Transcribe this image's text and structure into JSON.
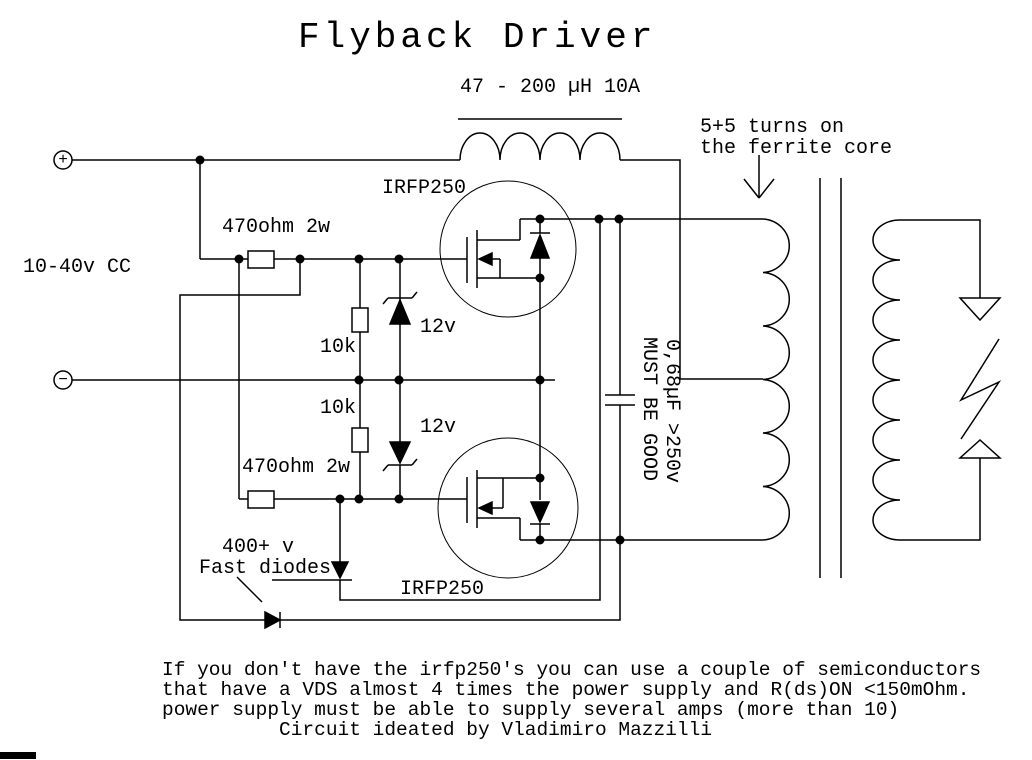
{
  "title": "Flyback Driver",
  "labels": {
    "inductor": "47 - 200 µH 10A",
    "turns_note_1": "5+5 turns on",
    "turns_note_2": "the ferrite core",
    "mosfet_top": "IRFP250",
    "mosfet_bottom": "IRFP250",
    "resistor_gate_top": "470ohm 2w",
    "resistor_gate_bottom": "470ohm 2w",
    "supply": "10-40v CC",
    "resistor_pull_top": "10k",
    "resistor_pull_bottom": "10k",
    "zener_top": "12v",
    "zener_bottom": "12v",
    "diode_note_1": "400+ v",
    "diode_note_2": "Fast diodes",
    "cap_note_1": "0,68µF >250v",
    "cap_note_2": "MUST BE GOOD",
    "terminal_positive": "+",
    "terminal_negative": "−"
  },
  "footer": {
    "lines": [
      "If you don't have the irfp250's you can use a couple of semiconductors",
      "that have a VDS almost 4 times the power supply and R(ds)ON <150mOhm.",
      "power supply must be able to supply several amps (more than 10)",
      "          Circuit ideated by Vladimiro Mazzilli"
    ]
  },
  "colors": {
    "ink": "#000000",
    "background": "#ffffff"
  }
}
